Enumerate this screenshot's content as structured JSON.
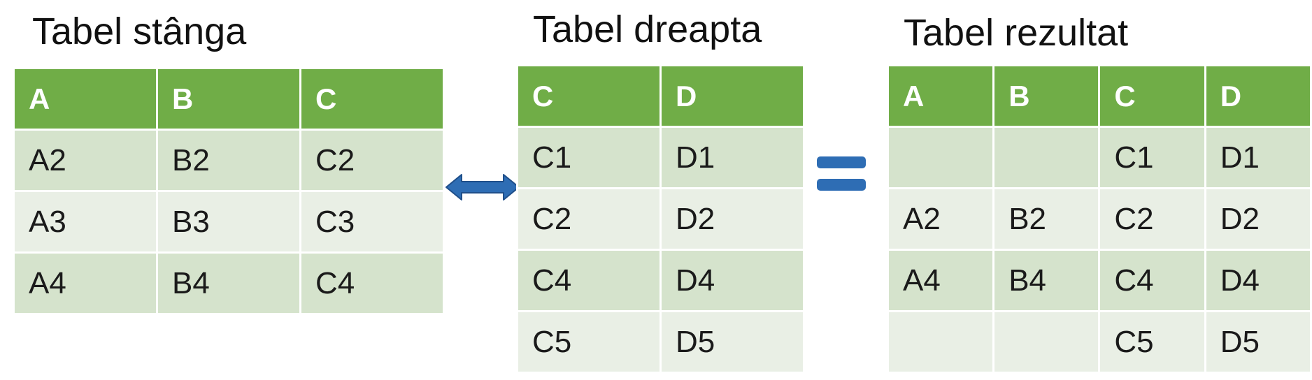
{
  "left": {
    "title": "Tabel stânga",
    "headers": [
      "A",
      "B",
      "C"
    ],
    "rows": [
      [
        "A2",
        "B2",
        "C2"
      ],
      [
        "A3",
        "B3",
        "C3"
      ],
      [
        "A4",
        "B4",
        "C4"
      ]
    ]
  },
  "right": {
    "title": "Tabel dreapta",
    "headers": [
      "C",
      "D"
    ],
    "rows": [
      [
        "C1",
        "D1"
      ],
      [
        "C2",
        "D2"
      ],
      [
        "C4",
        "D4"
      ],
      [
        "C5",
        "D5"
      ]
    ]
  },
  "result": {
    "title": "Tabel rezultat",
    "headers": [
      "A",
      "B",
      "C",
      "D"
    ],
    "rows": [
      [
        "",
        "",
        "C1",
        "D1"
      ],
      [
        "A2",
        "B2",
        "C2",
        "D2"
      ],
      [
        "A4",
        "B4",
        "C4",
        "D4"
      ],
      [
        "",
        "",
        "C5",
        "D5"
      ]
    ]
  },
  "colors": {
    "header_green": "#70ad47",
    "row_dark": "#d5e3cc",
    "row_light": "#e9efe5",
    "symbol_blue": "#2e6db4"
  },
  "icons": {
    "arrow": "double-headed-arrow-icon",
    "equals": "equals-sign-icon"
  }
}
